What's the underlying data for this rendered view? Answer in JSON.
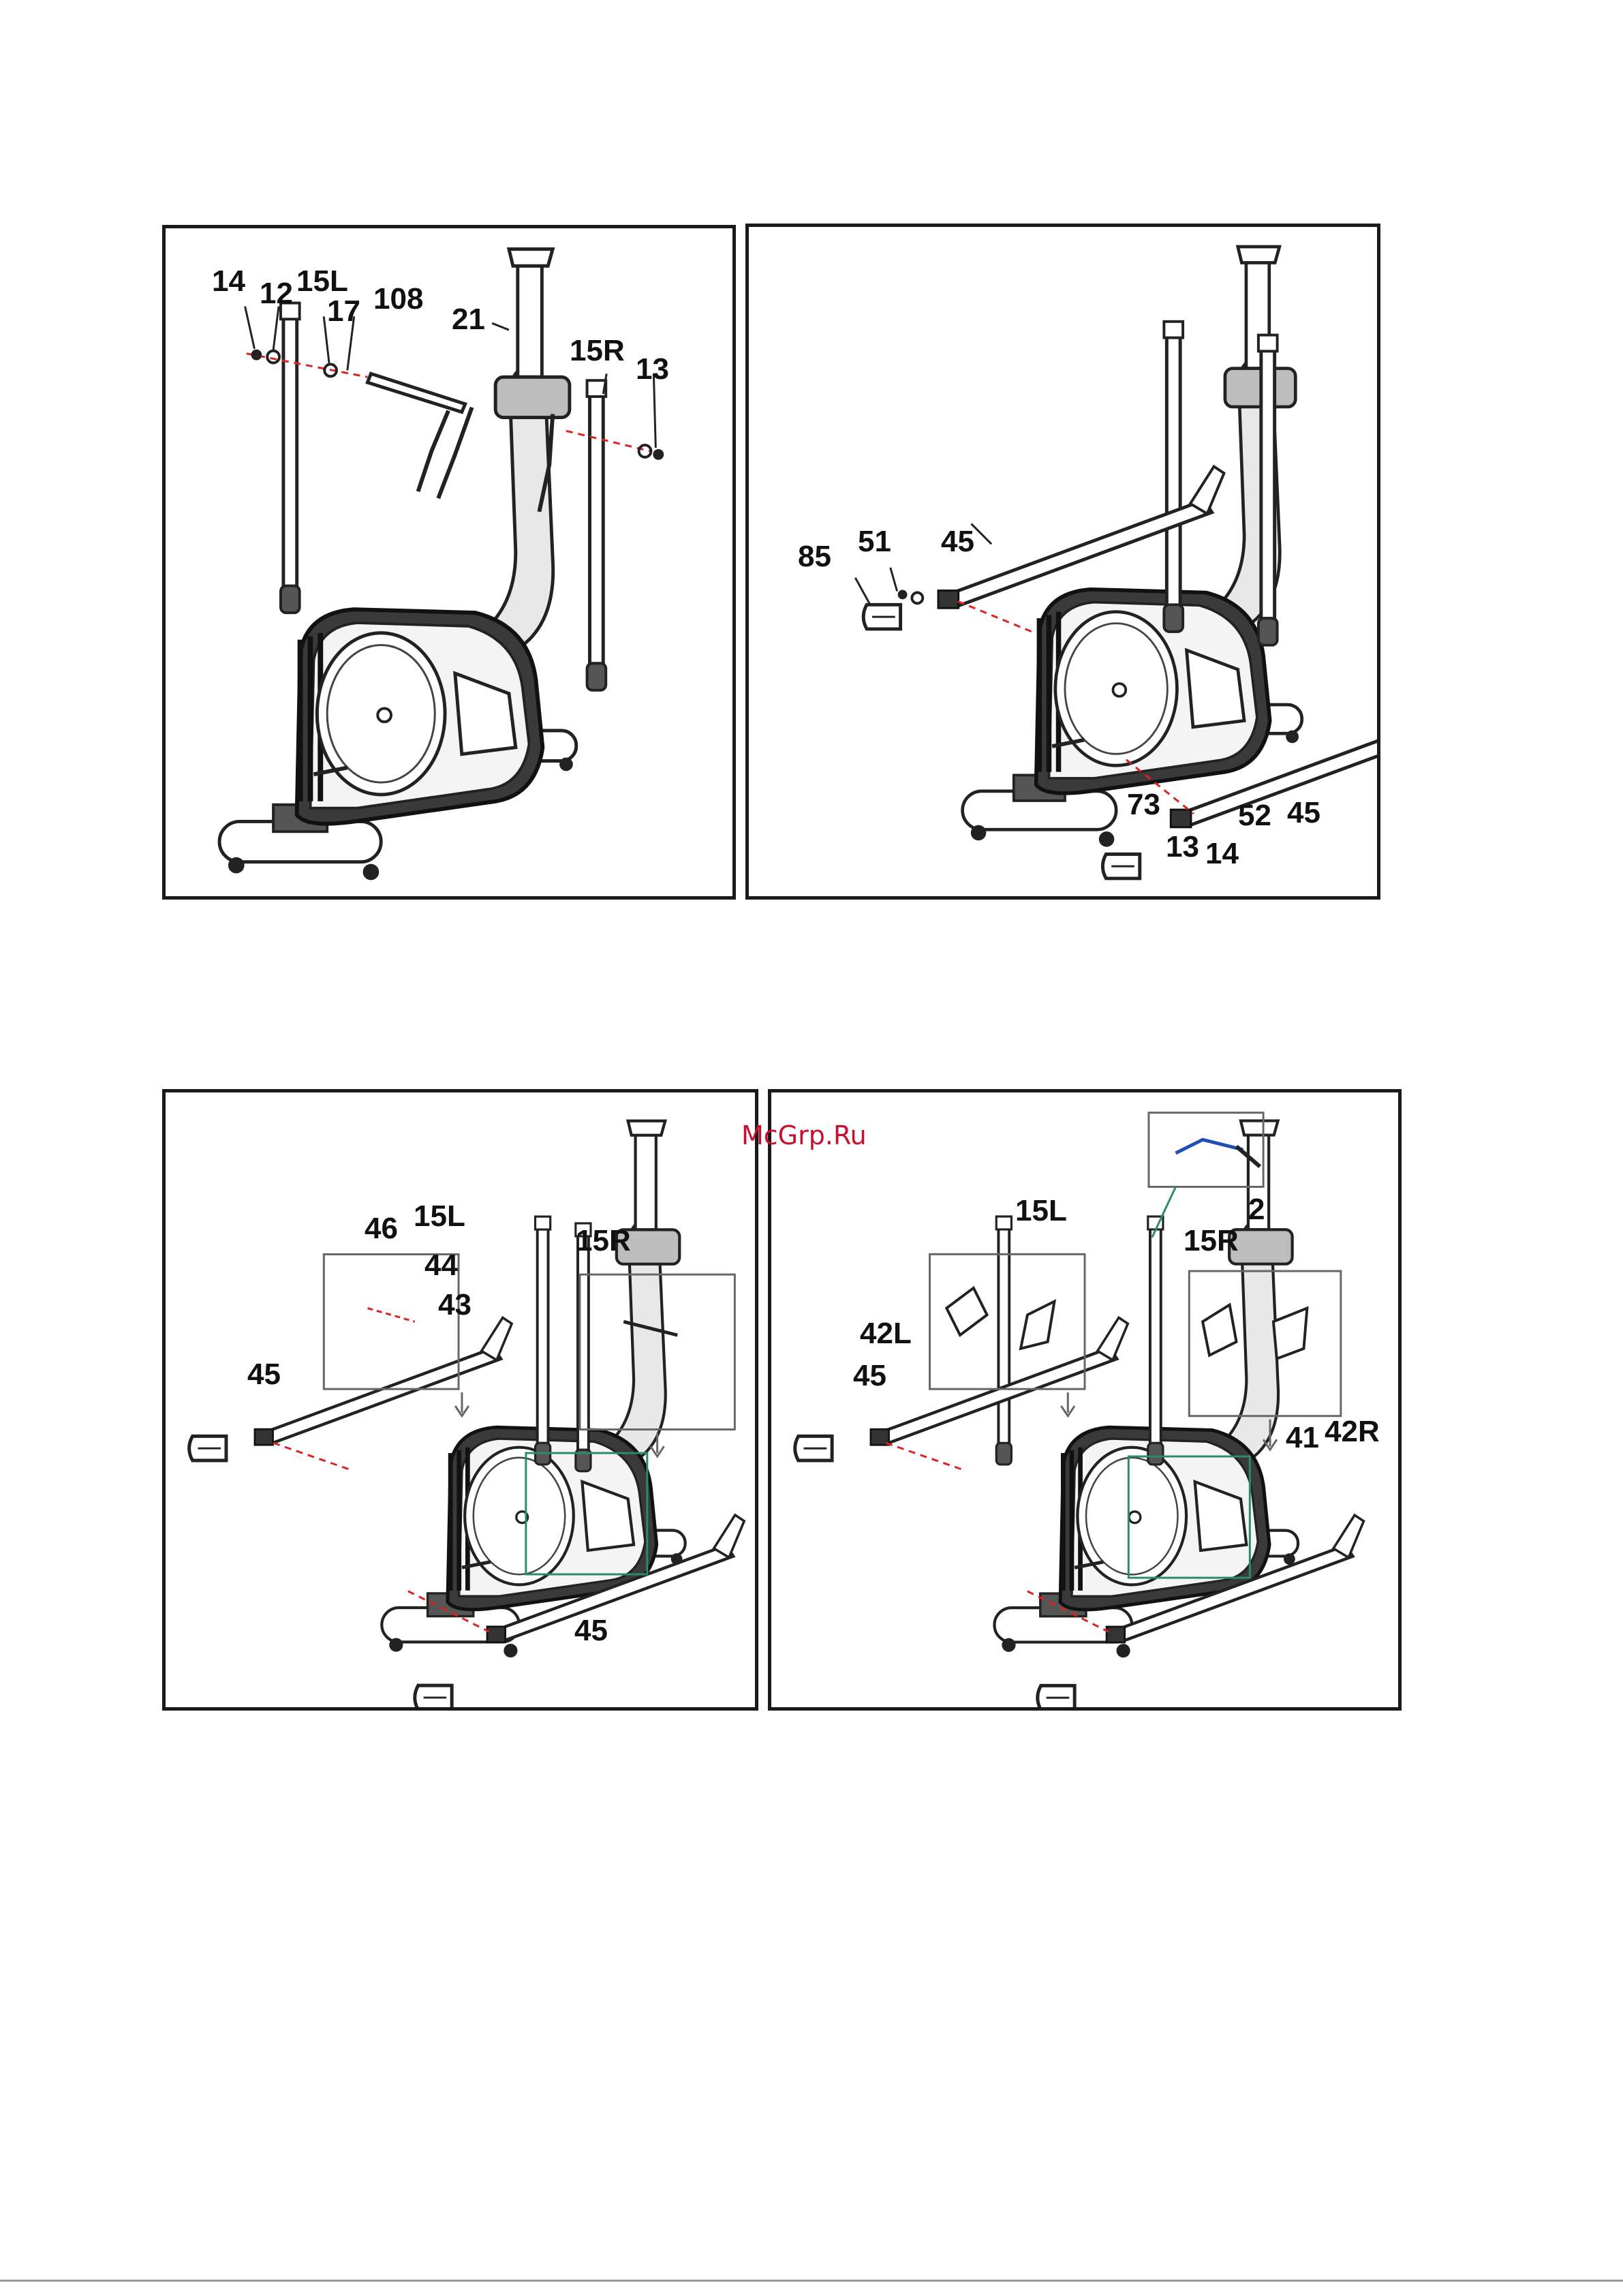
{
  "watermark": "McGrp.Ru",
  "panels": [
    {
      "id": "step1",
      "labels": [
        "14",
        "12",
        "15L",
        "17",
        "108",
        "21",
        "15R",
        "13"
      ]
    },
    {
      "id": "step2",
      "labels": [
        "85",
        "51",
        "45",
        "73",
        "52",
        "45",
        "13",
        "14"
      ]
    },
    {
      "id": "step3",
      "labels": [
        "46",
        "15L",
        "44",
        "15R",
        "43",
        "45",
        "45"
      ]
    },
    {
      "id": "step4",
      "labels": [
        "2",
        "15L",
        "15R",
        "42L",
        "45",
        "41",
        "42R"
      ]
    }
  ]
}
